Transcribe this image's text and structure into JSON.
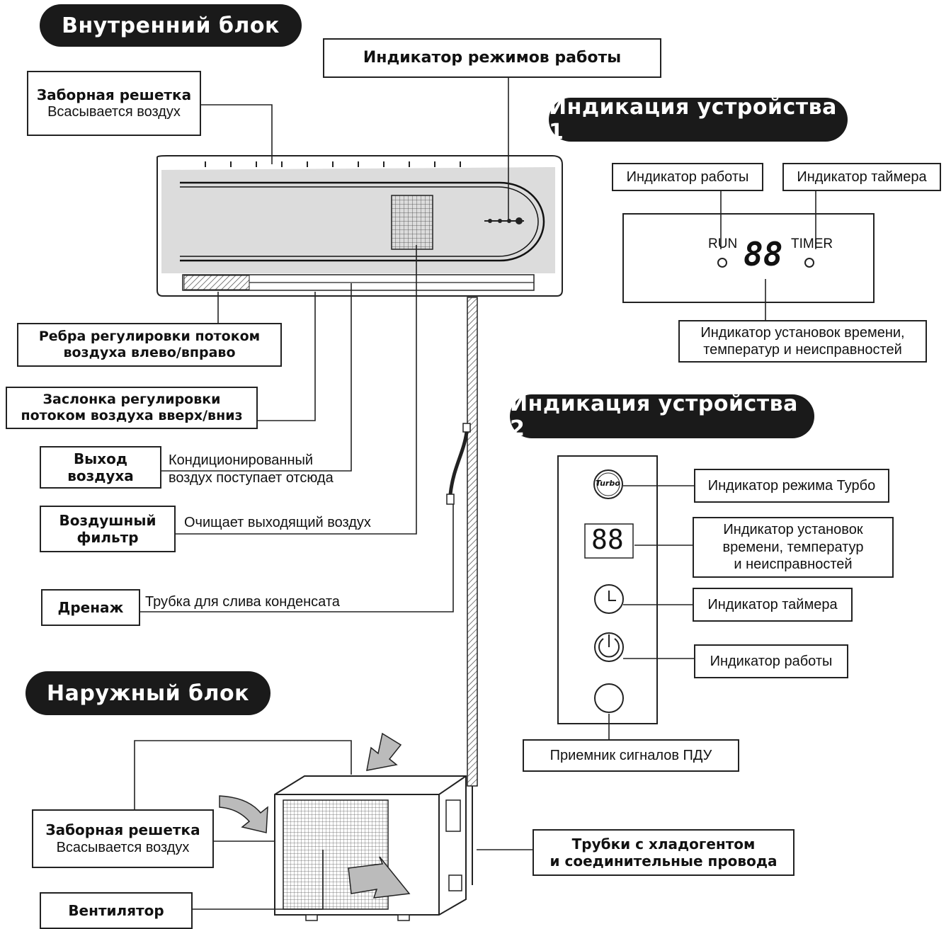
{
  "indoor": {
    "title": "Внутренний блок",
    "mode_indicator": "Индикатор режимов работы",
    "intake": {
      "title": "Заборная решетка",
      "desc": "Всасывается воздух"
    },
    "louvers_lr": {
      "line1": "Ребра регулировки потоком",
      "line2": "воздуха влево/вправо"
    },
    "flap_ud": {
      "line1": "Заслонка регулировки",
      "line2": "потоком воздуха вверх/вниз"
    },
    "outlet": {
      "line1": "Выход",
      "line2": "воздуха",
      "desc1": "Кондиционированный",
      "desc2": "воздух поступает отсюда"
    },
    "filter": {
      "line1": "Воздушный",
      "line2": "фильтр",
      "desc": "Очищает выходящий воздух"
    },
    "drain": {
      "title": "Дренаж",
      "desc": "Трубка для слива конденсата"
    }
  },
  "display1": {
    "title": "Индикация устройства 1",
    "run_indicator": "Индикатор работы",
    "timer_indicator": "Индикатор таймера",
    "run_label": "RUN",
    "timer_label": "TIMER",
    "digits": "88",
    "settings_line1": "Индикатор установок времени,",
    "settings_line2": "температур и неисправностей"
  },
  "display2": {
    "title": "Индикация устройства 2",
    "turbo_icon_text": "Turbo",
    "turbo": "Индикатор режима Турбо",
    "digits": "88",
    "settings_line1": "Индикатор установок",
    "settings_line2": "времени, температур",
    "settings_line3": "и неисправностей",
    "timer": "Индикатор таймера",
    "run": "Индикатор работы",
    "receiver": "Приемник сигналов ПДУ"
  },
  "outdoor": {
    "title": "Наружный блок",
    "intake": {
      "title": "Заборная решетка",
      "desc": "Всасывается воздух"
    },
    "pipes": {
      "line1": "Трубки с хладогентом",
      "line2": "и соединительные провода"
    },
    "fan": "Вентилятор"
  }
}
